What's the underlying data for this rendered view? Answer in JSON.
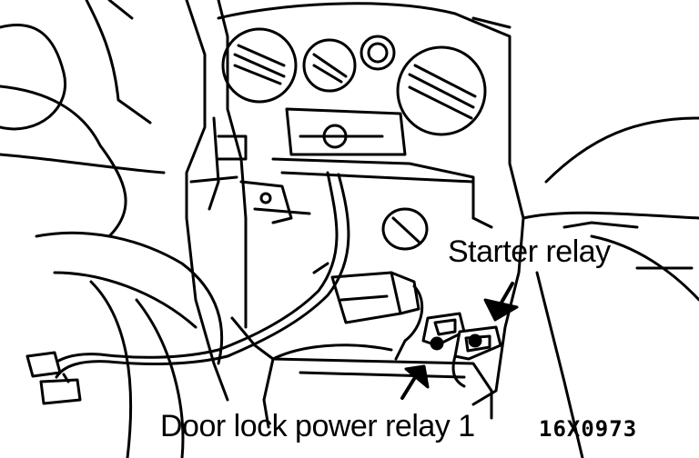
{
  "labels": {
    "starter_relay": "Starter relay",
    "door_lock_relay": "Door lock power relay 1",
    "figure_code": "16X0973"
  },
  "colors": {
    "ink": "#000000",
    "paper": "#ffffff"
  }
}
